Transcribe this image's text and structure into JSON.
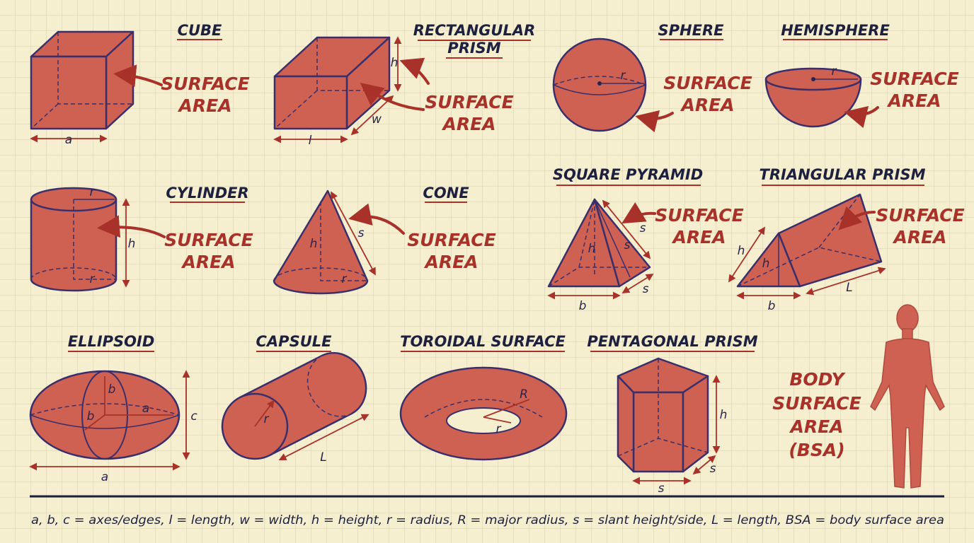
{
  "colors": {
    "shape_fill": "#cf6153",
    "outline": "#3a2f6b",
    "label_red": "#a8322a",
    "paper": "#f5efd0",
    "title": "#1e2040"
  },
  "shapes": {
    "cube": {
      "title": "CUBE",
      "sa1": "SURFACE",
      "sa2": "AREA",
      "a": "a"
    },
    "rect_prism": {
      "title1": "RECTANGULAR",
      "title2": "PRISM",
      "sa1": "SURFACE",
      "sa2": "AREA",
      "h": "h",
      "l": "l",
      "w": "w"
    },
    "sphere": {
      "title": "SPHERE",
      "sa1": "SURFACE",
      "sa2": "AREA",
      "r": "r"
    },
    "hemisphere": {
      "title": "HEMISPHERE",
      "sa1": "SURFACE",
      "sa2": "AREA",
      "r": "r"
    },
    "cylinder": {
      "title": "CYLINDER",
      "sa1": "SURFACE",
      "sa2": "AREA",
      "r": "r",
      "h": "h"
    },
    "cone": {
      "title": "CONE",
      "sa1": "SURFACE",
      "sa2": "AREA",
      "h": "h",
      "s": "s",
      "r": "r"
    },
    "square_pyramid": {
      "title": "SQUARE PYRAMID",
      "sa1": "SURFACE",
      "sa2": "AREA",
      "h": "h",
      "s": "s",
      "b": "b"
    },
    "triangular_prism": {
      "title": "TRIANGULAR PRISM",
      "sa1": "SURFACE",
      "sa2": "AREA",
      "h": "h",
      "b": "b",
      "L": "L"
    },
    "ellipsoid": {
      "title": "ELLIPSOID",
      "a": "a",
      "b": "b",
      "c": "c"
    },
    "capsule": {
      "title": "CAPSULE",
      "r": "r",
      "L": "L"
    },
    "torus": {
      "title": "TOROIDAL SURFACE",
      "R": "R",
      "r": "r"
    },
    "pentagonal_prism": {
      "title": "PENTAGONAL PRISM",
      "h": "h",
      "s": "s"
    },
    "body": {
      "l1": "BODY",
      "l2": "SURFACE",
      "l3": "AREA",
      "l4": "(BSA)"
    }
  },
  "legend": "a, b, c = axes/edges, l = length, w = width, h = height, r = radius, R = major radius, s = slant height/side, L = length, BSA = body surface area"
}
